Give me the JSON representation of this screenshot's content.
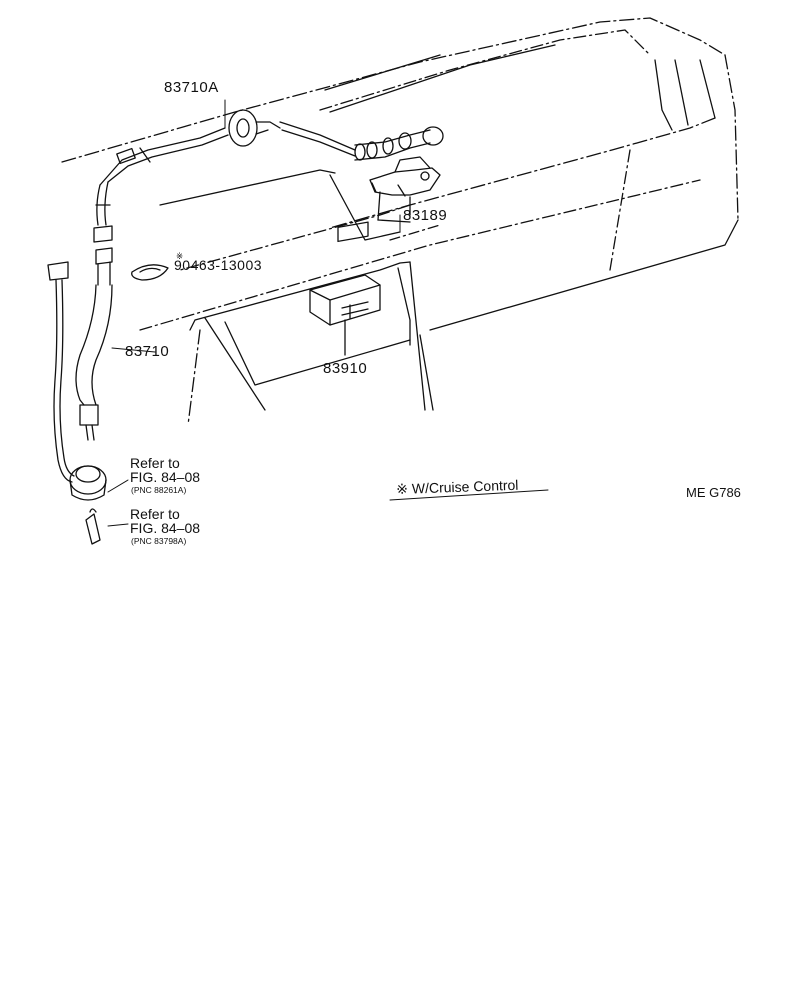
{
  "labels": {
    "cable_a": "83710A",
    "sensor": "83189",
    "clamp_mark": "※",
    "clamp": "90463-13003",
    "cable": "83710",
    "computer": "83910",
    "refer1_line1": "Refer to",
    "refer1_line2": "FIG. 84–08",
    "refer1_line3": "(PNC 88261A)",
    "refer2_line1": "Refer to",
    "refer2_line2": "FIG. 84–08",
    "refer2_line3": "(PNC 83798A)",
    "cruise_note": "※ W/Cruise Control",
    "code": "ME G786"
  }
}
